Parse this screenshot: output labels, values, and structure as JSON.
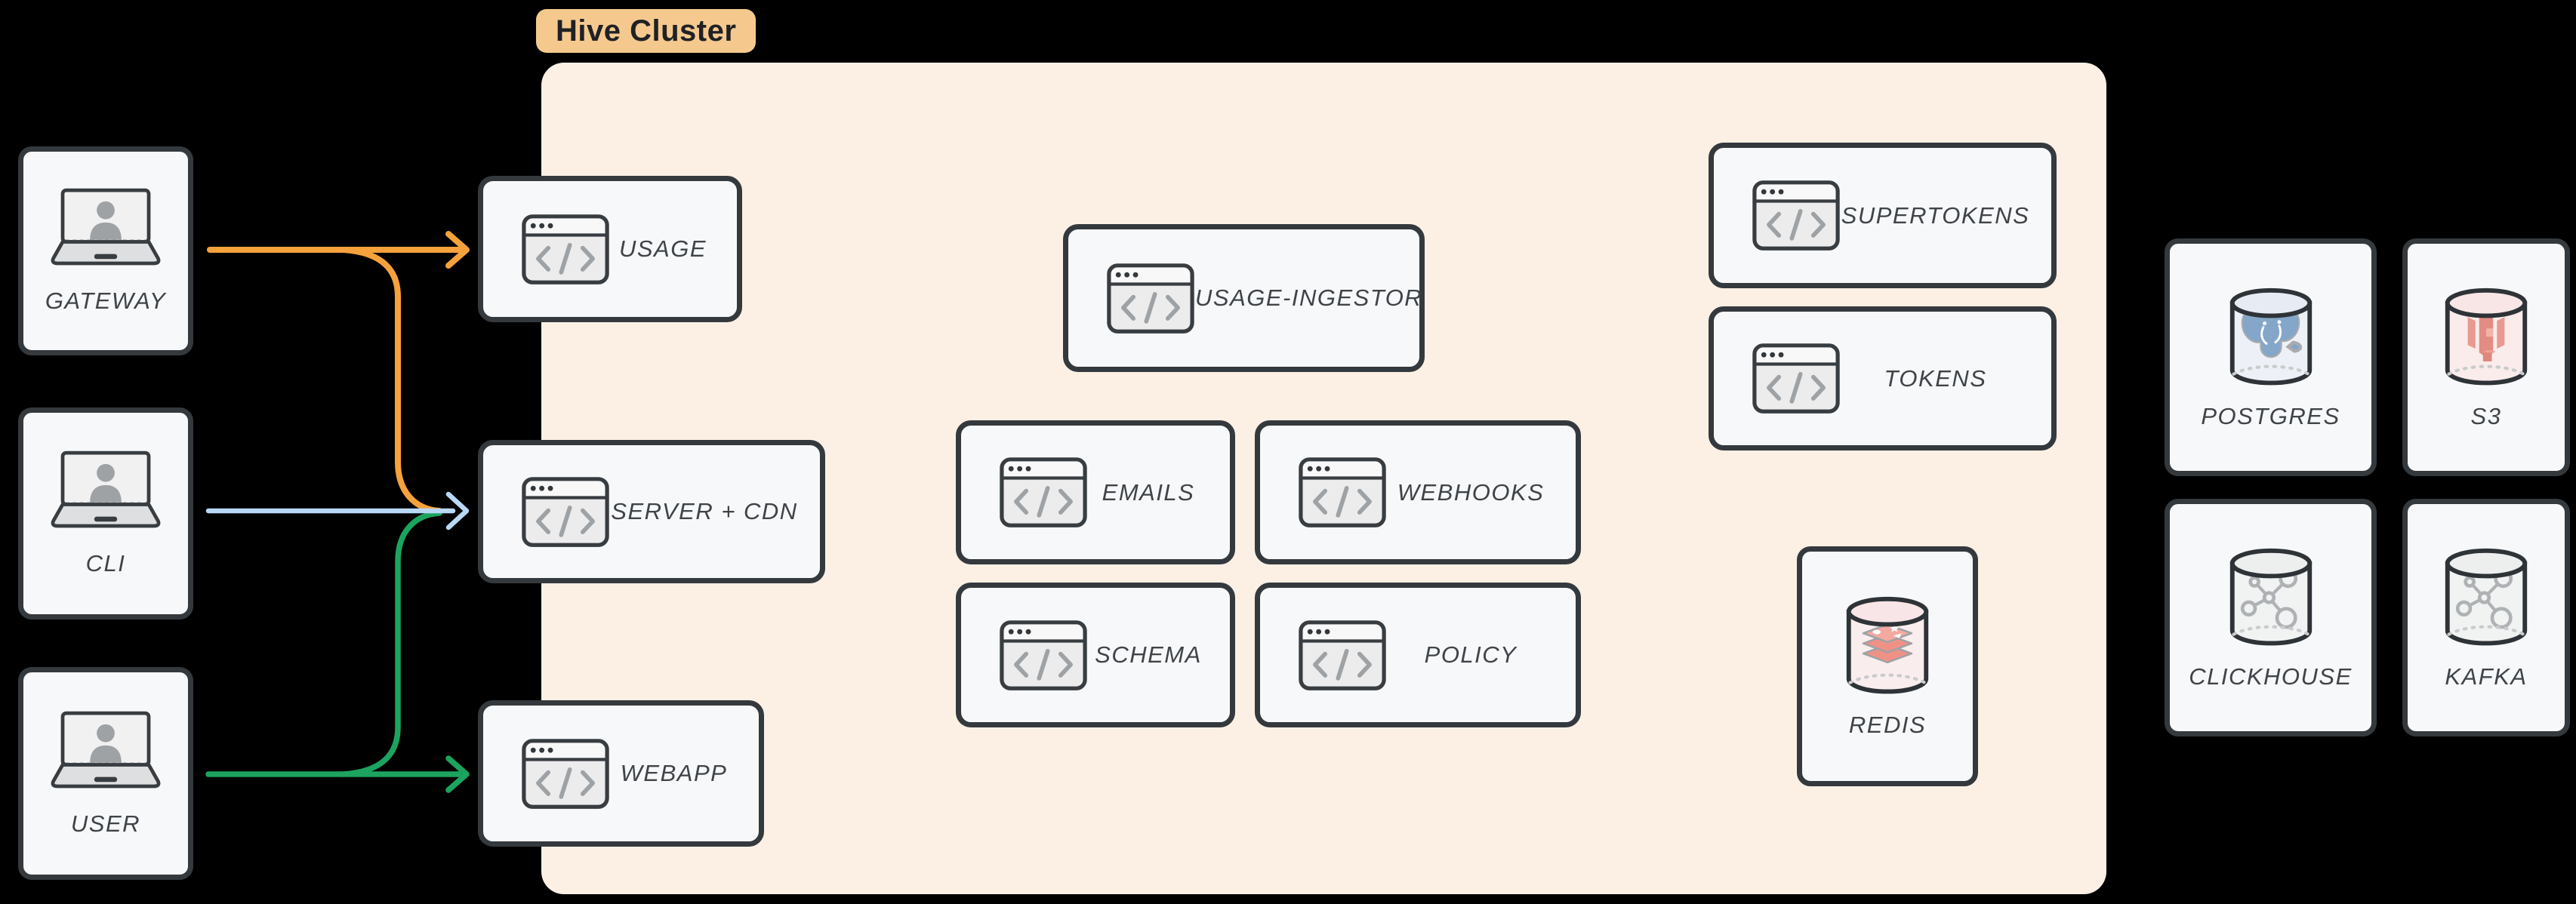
{
  "colors": {
    "background": "#000000",
    "cluster_bg": "#FCF0E5",
    "badge_bg": "#F5C98E",
    "badge_text": "#1F2124",
    "node_bg": "#F7F8F9",
    "node_border": "#34393D",
    "label_text": "#3F4449",
    "orange": "#F6A23C",
    "blue": "#B9D8F6",
    "green": "#1CA45F"
  },
  "cluster": {
    "label": "Hive Cluster",
    "services": [
      {
        "label": "USAGE",
        "icon": "code-window-icon"
      },
      {
        "label": "SERVER + CDN",
        "icon": "code-window-icon"
      },
      {
        "label": "WEBAPP",
        "icon": "code-window-icon"
      },
      {
        "label": "USAGE-INGESTOR",
        "icon": "code-window-icon"
      },
      {
        "label": "EMAILS",
        "icon": "code-window-icon"
      },
      {
        "label": "WEBHOOKS",
        "icon": "code-window-icon"
      },
      {
        "label": "SCHEMA",
        "icon": "code-window-icon"
      },
      {
        "label": "POLICY",
        "icon": "code-window-icon"
      },
      {
        "label": "SUPERTOKENS",
        "icon": "code-window-icon"
      },
      {
        "label": "TOKENS",
        "icon": "code-window-icon"
      },
      {
        "label": "REDIS",
        "icon": "redis-database-icon"
      }
    ]
  },
  "clients": [
    {
      "label": "GATEWAY",
      "icon": "laptop-user-icon"
    },
    {
      "label": "CLI",
      "icon": "laptop-user-icon"
    },
    {
      "label": "USER",
      "icon": "laptop-user-icon"
    }
  ],
  "databases": [
    {
      "label": "POSTGRES",
      "icon": "postgres-database-icon"
    },
    {
      "label": "S3",
      "icon": "s3-database-icon"
    },
    {
      "label": "CLICKHOUSE",
      "icon": "clickhouse-database-icon"
    },
    {
      "label": "KAFKA",
      "icon": "kafka-database-icon"
    }
  ],
  "edges": [
    {
      "from": "GATEWAY",
      "to": "USAGE",
      "color": "orange"
    },
    {
      "from": "GATEWAY",
      "to": "SERVER + CDN",
      "color": "orange"
    },
    {
      "from": "CLI",
      "to": "SERVER + CDN",
      "color": "blue"
    },
    {
      "from": "USER",
      "to": "SERVER + CDN",
      "color": "green"
    },
    {
      "from": "USER",
      "to": "WEBAPP",
      "color": "green"
    }
  ]
}
